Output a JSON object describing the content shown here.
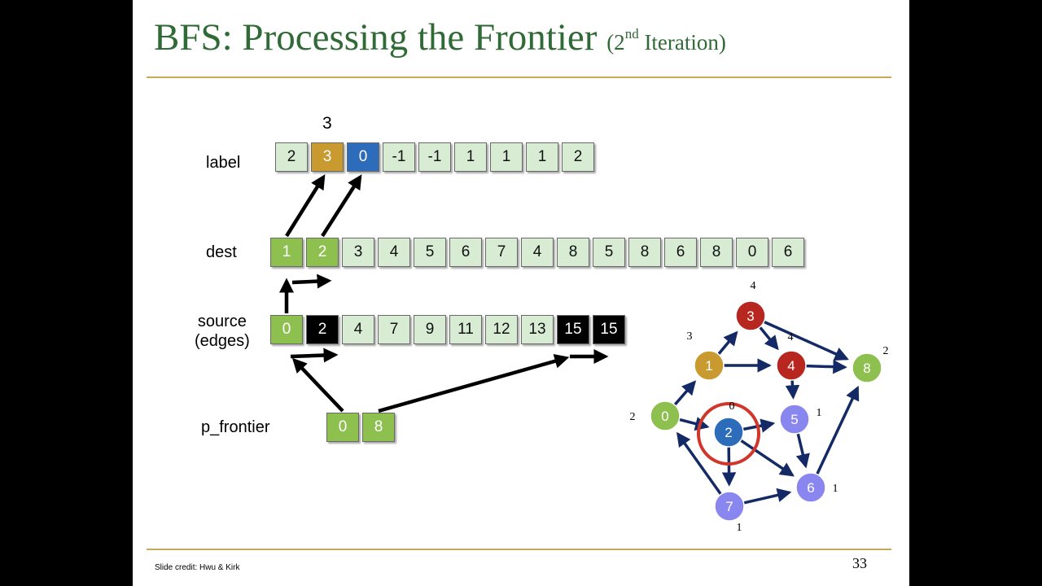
{
  "slide": {
    "title": "BFS: Processing the Frontier",
    "subtitle_pre": "(2",
    "subtitle_sup": "nd",
    "subtitle_post": " Iteration)",
    "credit": "Slide credit: Hwu & Kirk",
    "page_number": "33"
  },
  "rows": {
    "label_name": "label",
    "label_note": "3",
    "label_cells": [
      {
        "v": "2",
        "c": "light"
      },
      {
        "v": "3",
        "c": "orange"
      },
      {
        "v": "0",
        "c": "blue"
      },
      {
        "v": "-1",
        "c": "light"
      },
      {
        "v": "-1",
        "c": "light"
      },
      {
        "v": "1",
        "c": "light"
      },
      {
        "v": "1",
        "c": "light"
      },
      {
        "v": "1",
        "c": "light"
      },
      {
        "v": "2",
        "c": "light"
      }
    ],
    "dest_name": "dest",
    "dest_cells": [
      {
        "v": "1",
        "c": "green"
      },
      {
        "v": "2",
        "c": "green"
      },
      {
        "v": "3",
        "c": "light"
      },
      {
        "v": "4",
        "c": "light"
      },
      {
        "v": "5",
        "c": "light"
      },
      {
        "v": "6",
        "c": "light"
      },
      {
        "v": "7",
        "c": "light"
      },
      {
        "v": "4",
        "c": "light"
      },
      {
        "v": "8",
        "c": "light"
      },
      {
        "v": "5",
        "c": "light"
      },
      {
        "v": "8",
        "c": "light"
      },
      {
        "v": "6",
        "c": "light"
      },
      {
        "v": "8",
        "c": "light"
      },
      {
        "v": "0",
        "c": "light"
      },
      {
        "v": "6",
        "c": "light"
      }
    ],
    "source_name_1": "source",
    "source_name_2": "(edges)",
    "source_cells": [
      {
        "v": "0",
        "c": "green"
      },
      {
        "v": "2",
        "c": "black"
      },
      {
        "v": "4",
        "c": "light"
      },
      {
        "v": "7",
        "c": "light"
      },
      {
        "v": "9",
        "c": "light"
      },
      {
        "v": "11",
        "c": "light"
      },
      {
        "v": "12",
        "c": "light"
      },
      {
        "v": "13",
        "c": "light"
      },
      {
        "v": "15",
        "c": "black"
      },
      {
        "v": "15",
        "c": "black"
      }
    ],
    "pfrontier_name": "p_frontier",
    "pfrontier_cells": [
      {
        "v": "0",
        "c": "green"
      },
      {
        "v": "8",
        "c": "green"
      }
    ]
  },
  "graph": {
    "nodes": [
      {
        "id": "0",
        "color": "#8dc04f",
        "label": "2"
      },
      {
        "id": "1",
        "color": "#c89a2f",
        "label": "3"
      },
      {
        "id": "2",
        "color": "#2c6cba",
        "label": "0"
      },
      {
        "id": "3",
        "color": "#b7271f",
        "label": "4"
      },
      {
        "id": "4",
        "color": "#b7271f",
        "label": "4"
      },
      {
        "id": "5",
        "color": "#8a86ef",
        "label": "1"
      },
      {
        "id": "6",
        "color": "#8a86ef",
        "label": "1"
      },
      {
        "id": "7",
        "color": "#8a86ef",
        "label": "1"
      },
      {
        "id": "8",
        "color": "#8dc04f",
        "label": "2"
      }
    ],
    "edges": [
      [
        "0",
        "1"
      ],
      [
        "0",
        "2"
      ],
      [
        "1",
        "3"
      ],
      [
        "1",
        "4"
      ],
      [
        "2",
        "5"
      ],
      [
        "2",
        "6"
      ],
      [
        "2",
        "7"
      ],
      [
        "3",
        "4"
      ],
      [
        "3",
        "8"
      ],
      [
        "4",
        "5"
      ],
      [
        "4",
        "8"
      ],
      [
        "5",
        "6"
      ],
      [
        "6",
        "8"
      ],
      [
        "7",
        "0"
      ],
      [
        "7",
        "6"
      ]
    ],
    "highlight_node": "2",
    "edge_color": "#132a66",
    "highlight_color": "#d0362a"
  }
}
